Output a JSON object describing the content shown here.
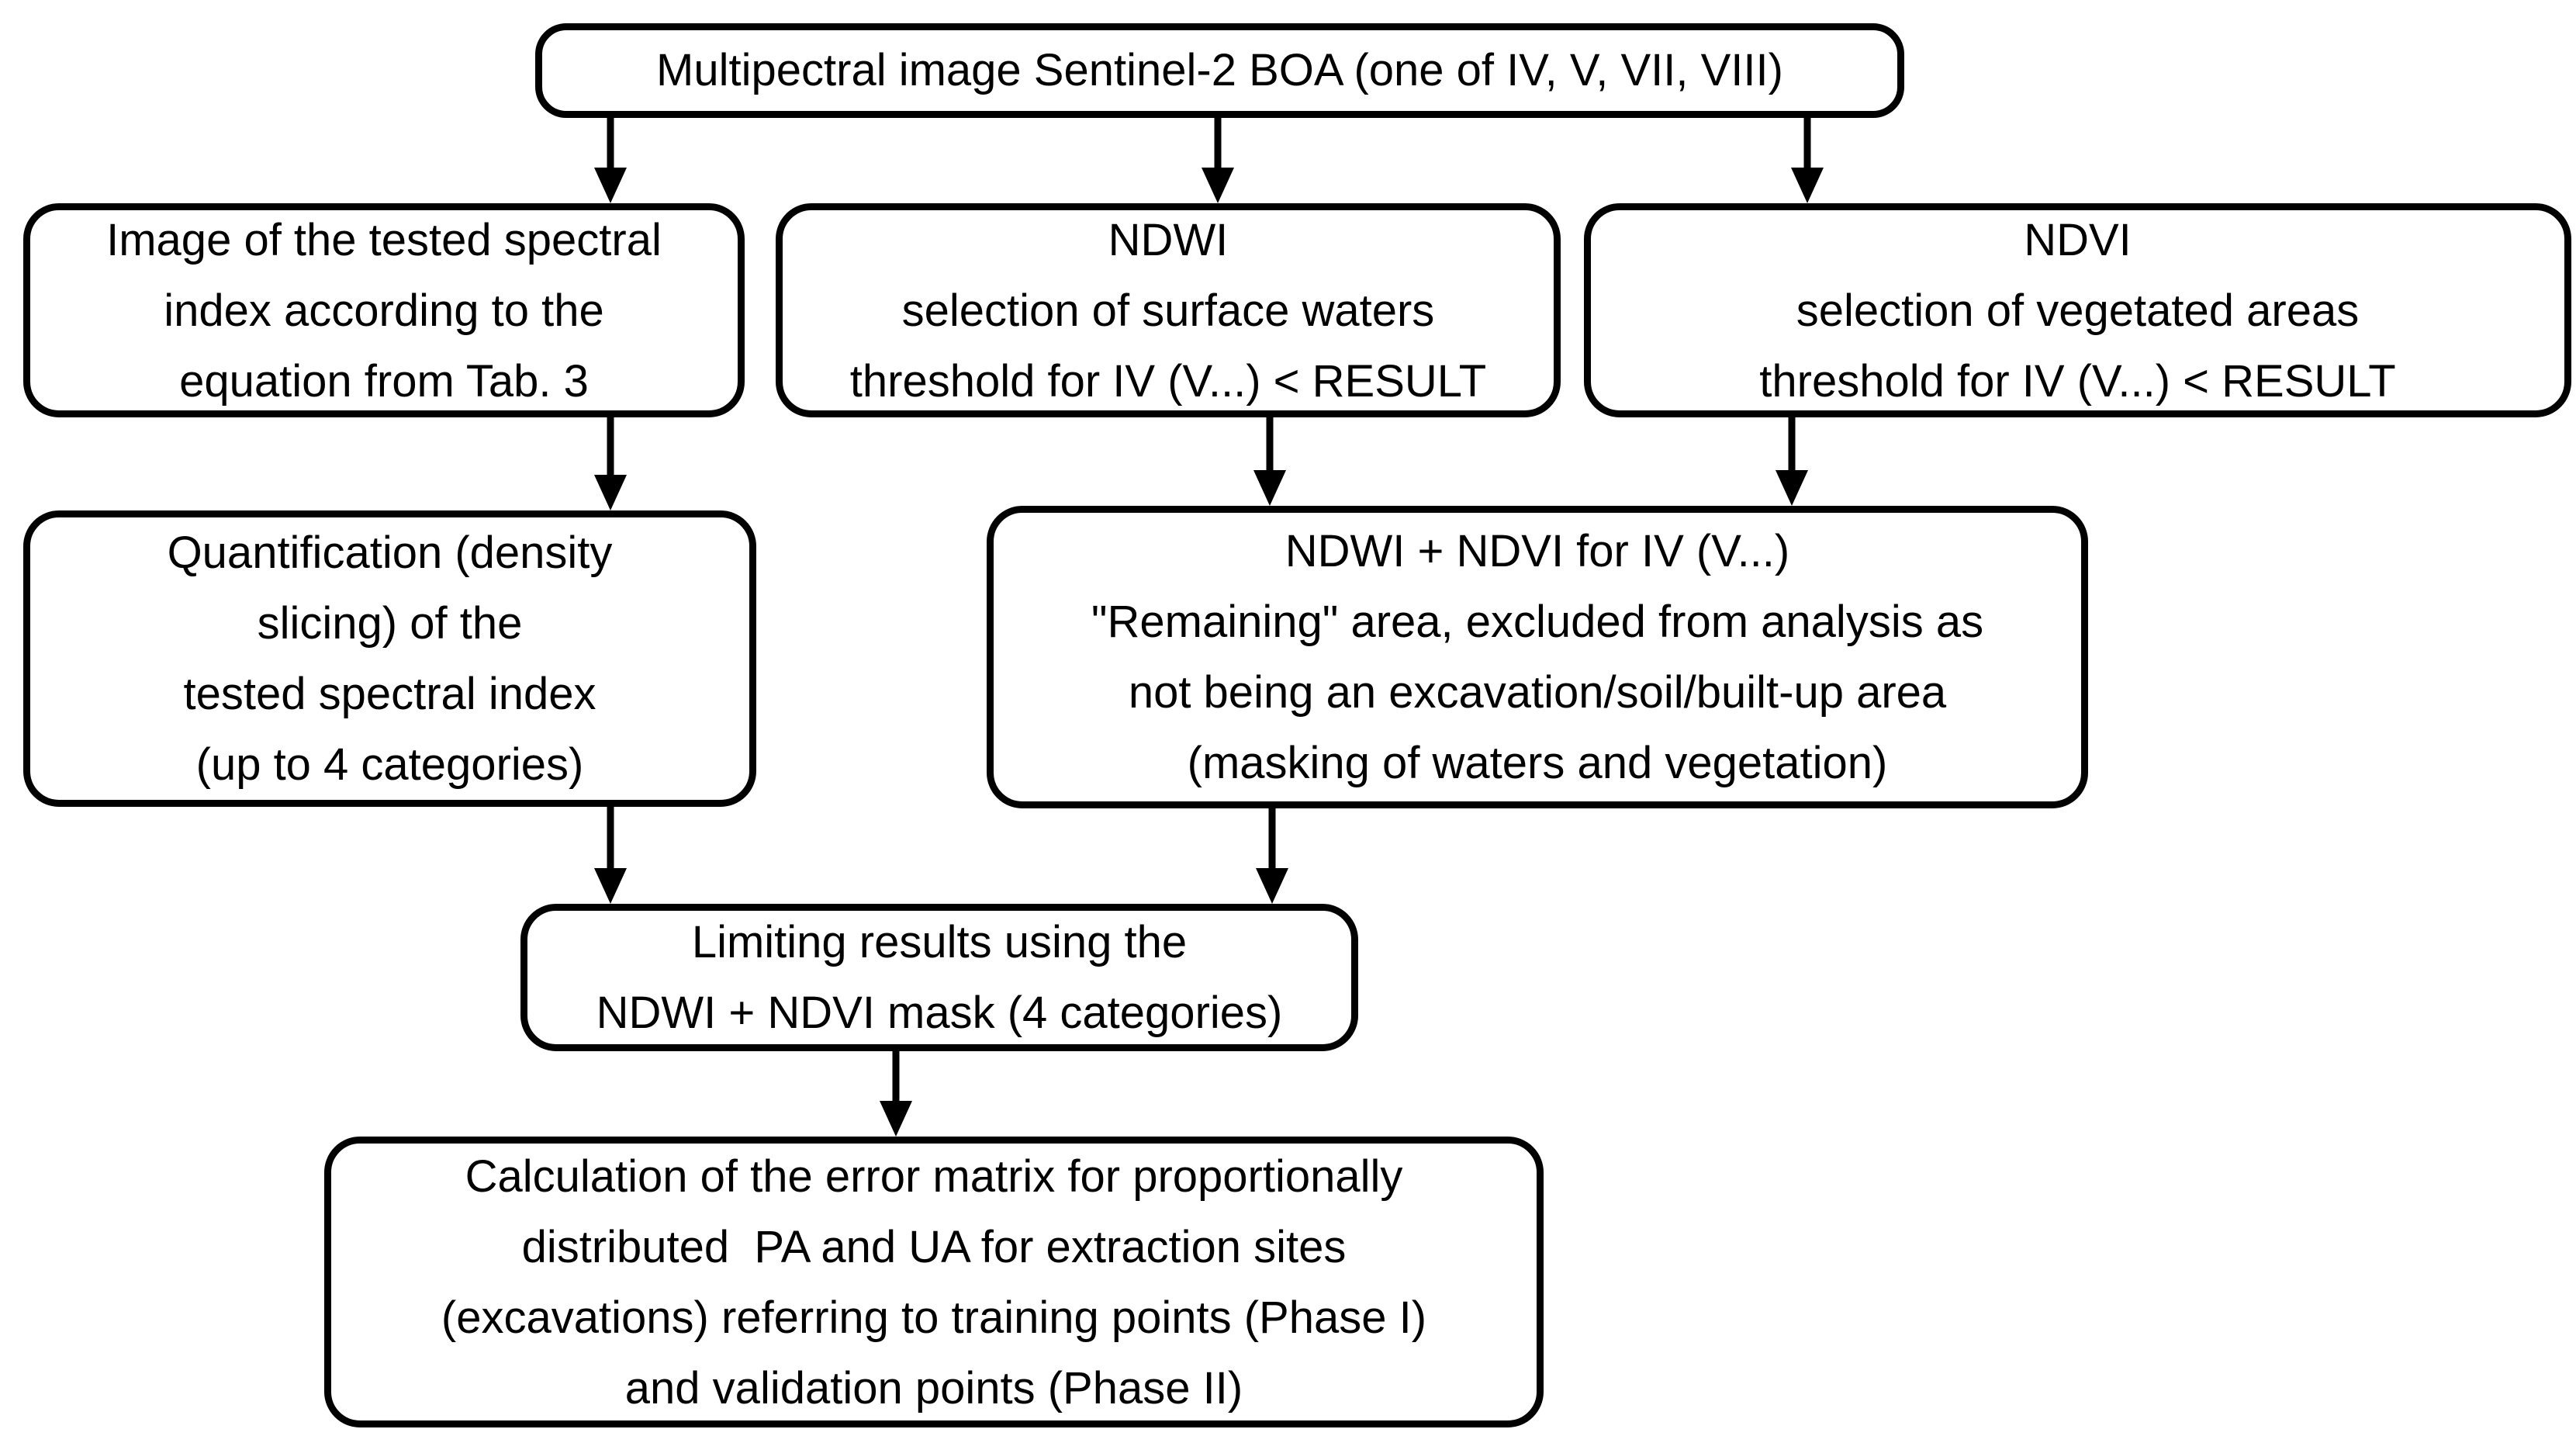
{
  "diagram": {
    "type": "flowchart",
    "colors": {
      "background": "#ffffff",
      "border": "#000000",
      "text": "#000000"
    },
    "nodes": {
      "source": {
        "label": "Multipectral image Sentinel-2 BOA (one of IV, V, VII, VIII)"
      },
      "tested_index": {
        "label": "Image of the tested spectral\nindex according to the\nequation from Tab. 3"
      },
      "ndwi": {
        "label": "NDWI\nselection of surface waters\nthreshold for IV (V...) < RESULT"
      },
      "ndvi": {
        "label": "NDVI\nselection of vegetated areas\nthreshold for IV (V...) < RESULT"
      },
      "quantification": {
        "label": "Quantification (density\nslicing) of the\ntested spectral index\n(up to 4 categories)"
      },
      "masking": {
        "label": "NDWI + NDVI for IV (V...)\n\"Remaining\" area, excluded from analysis as\nnot being an excavation/soil/built-up area\n(masking of waters and vegetation)"
      },
      "limiting": {
        "label": "Limiting results using the\nNDWI + NDVI mask (4 categories)"
      },
      "error_matrix": {
        "label": "Calculation of the error matrix for proportionally\ndistributed  PA and UA for extraction sites\n(excavations) referring to training points (Phase I)\nand validation points (Phase II)"
      }
    },
    "edges": [
      "source -> tested_index",
      "source -> ndwi",
      "source -> ndvi",
      "tested_index -> quantification",
      "ndwi -> masking",
      "ndvi -> masking",
      "quantification -> limiting",
      "masking -> limiting",
      "limiting -> error_matrix"
    ]
  }
}
